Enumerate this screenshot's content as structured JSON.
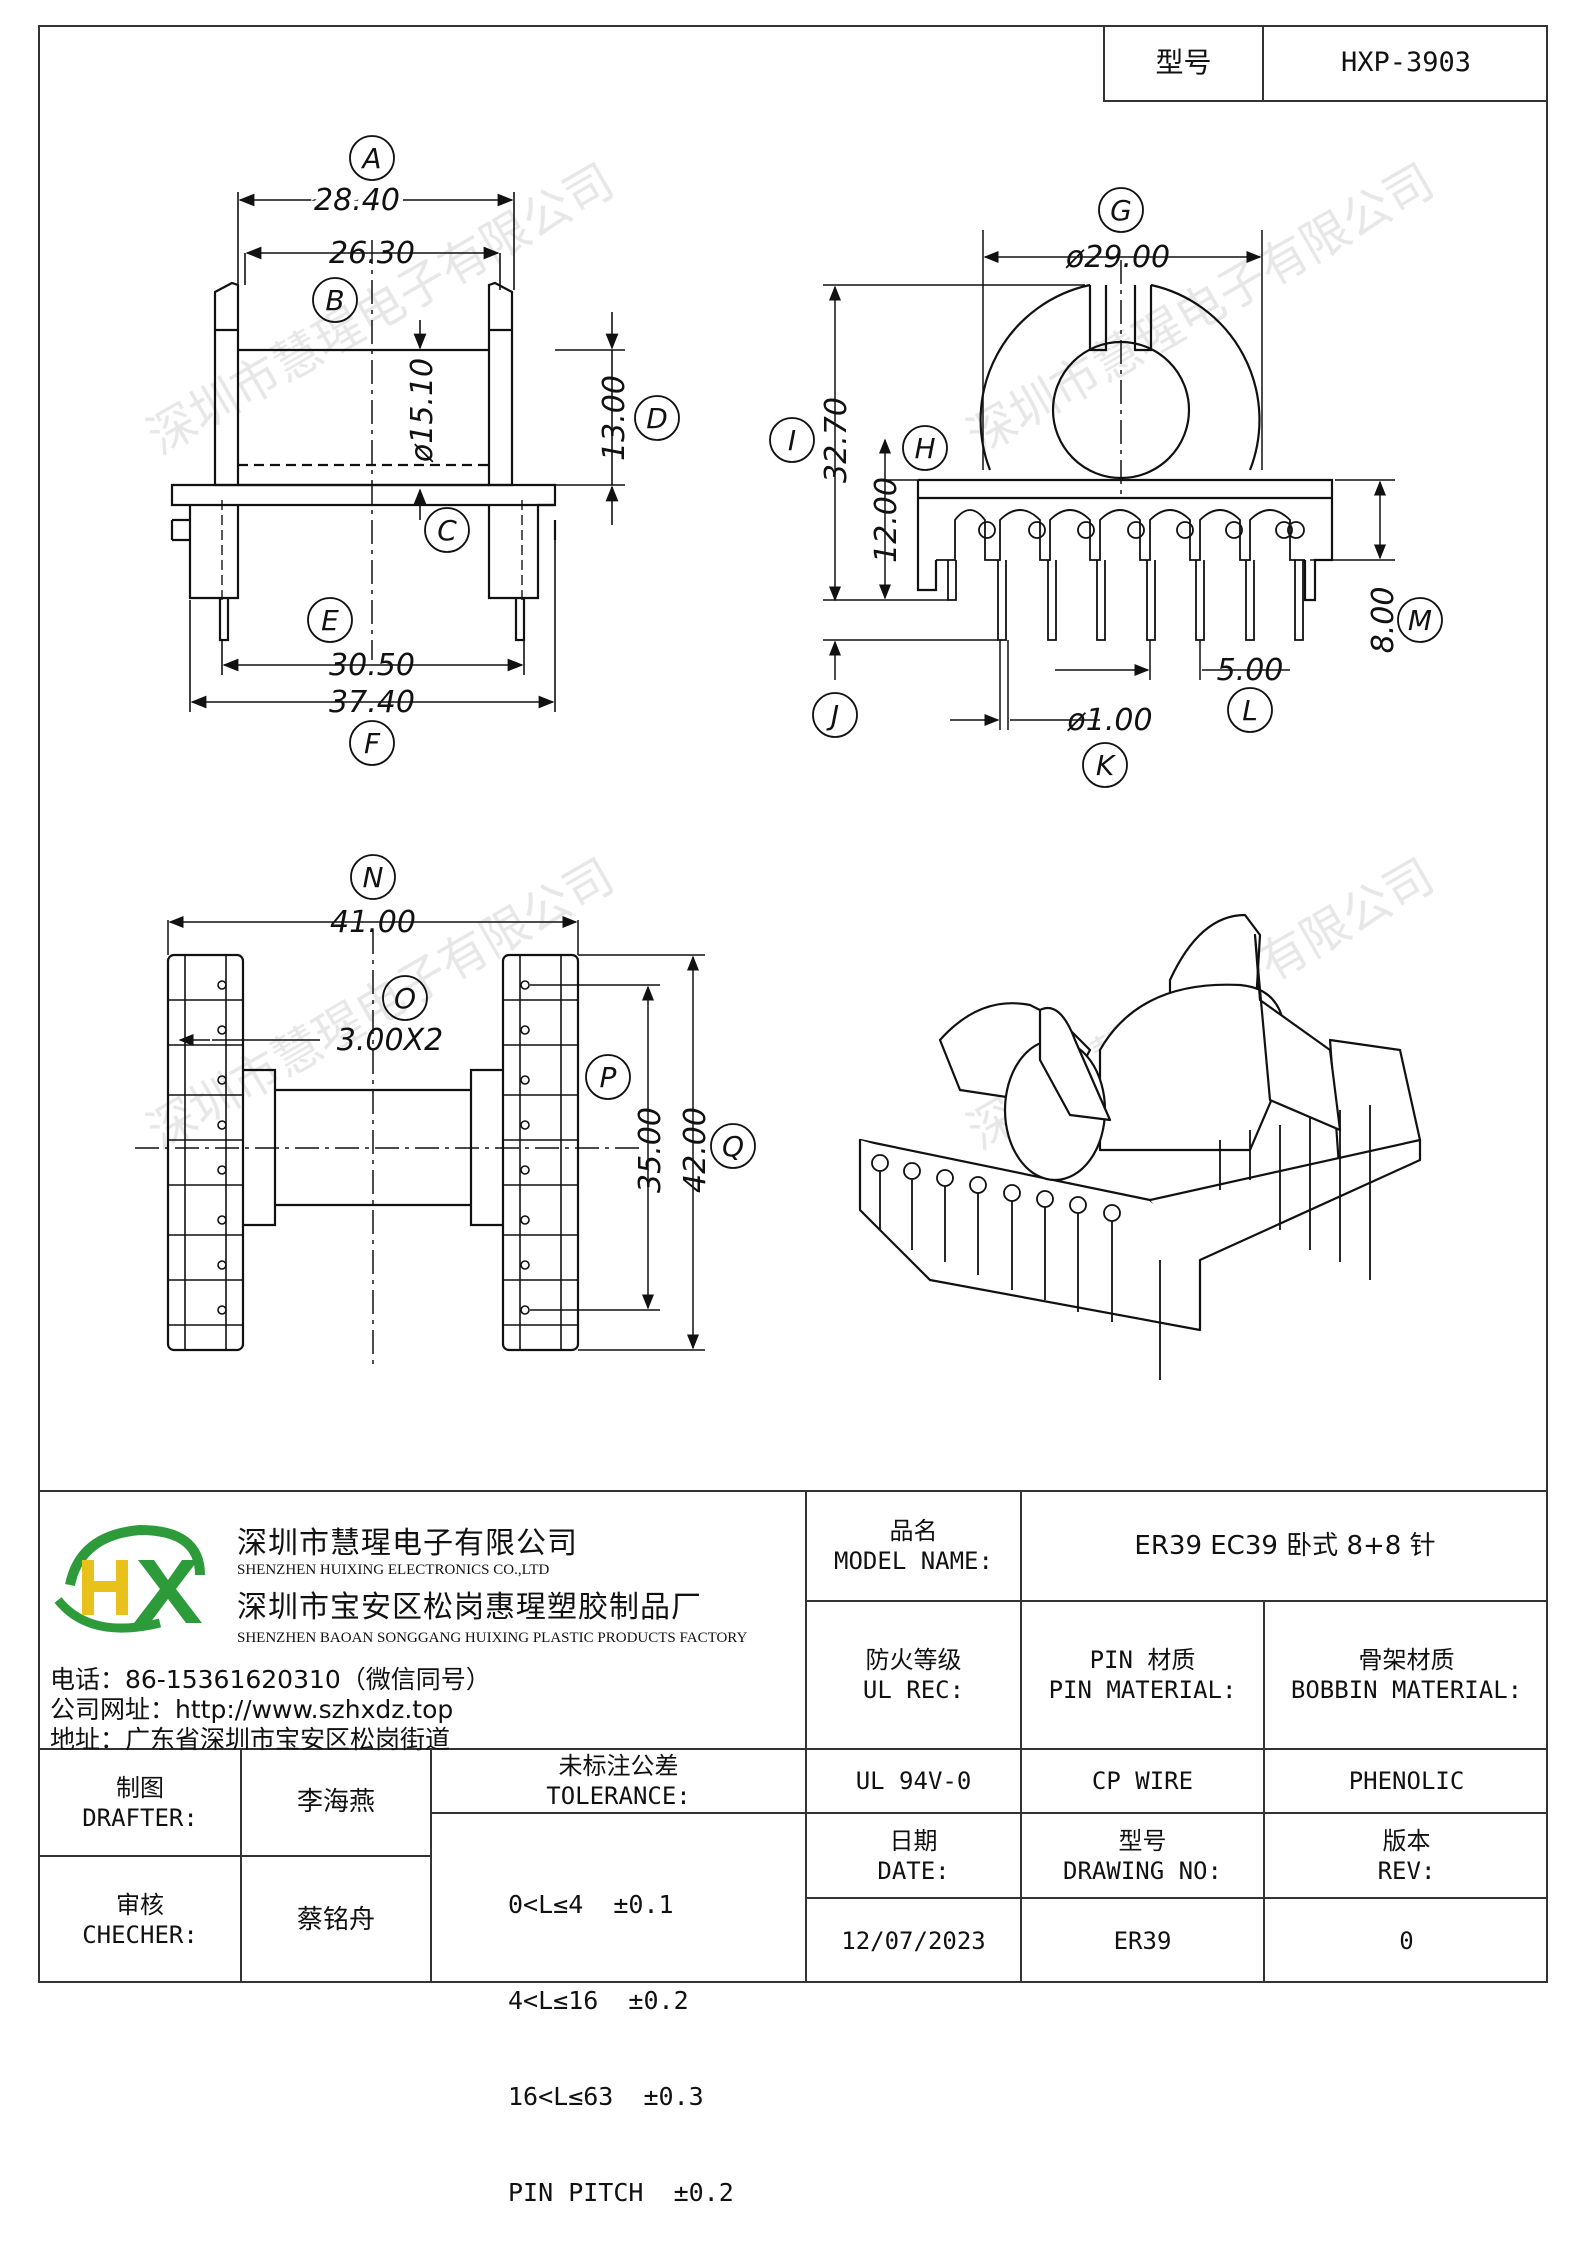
{
  "header": {
    "model_label": "型号",
    "model_value": "HXP-3903"
  },
  "watermark": "深圳市慧瑆电子有限公司",
  "drawing": {
    "front": {
      "A": "A",
      "A_val": "28.40",
      "B": "B",
      "B_val": "26.30",
      "C": "C",
      "C_val": "ø15.10",
      "D": "D",
      "D_val": "13.00",
      "E": "E",
      "E_val": "30.50",
      "F": "F",
      "F_val": "37.40"
    },
    "side": {
      "G": "G",
      "G_val": "ø29.00",
      "H": "H",
      "H_val": "12.00",
      "I": "I",
      "I_val": "32.70",
      "J": "J",
      "K": "K",
      "K_val": "ø1.00",
      "L": "L",
      "L_val": "5.00",
      "M": "M",
      "M_val": "8.00"
    },
    "bottom": {
      "N": "N",
      "N_val": "41.00",
      "O": "O",
      "O_val": "3.00X2",
      "P": "P",
      "P_val": "35.00",
      "Q": "Q",
      "Q_val": "42.00"
    }
  },
  "company": {
    "name_cn": "深圳市慧瑆电子有限公司",
    "name_en": "SHENZHEN HUIXING ELECTRONICS CO.,LTD",
    "factory_cn": "深圳市宝安区松岗惠瑆塑胶制品厂",
    "factory_en": "SHENZHEN BAOAN SONGGANG HUIXING PLASTIC PRODUCTS FACTORY",
    "phone": "电话：86-15361620310（微信同号）",
    "website": "公司网址：http://www.szhxdz.top",
    "address": "地址：广东省深圳市宝安区松岗街道",
    "logo_text": "HX",
    "colors": {
      "green": "#2e9b3a",
      "yellow": "#e8c21a"
    }
  },
  "title_block": {
    "model_name_cn": "品名",
    "model_name_en": "MODEL NAME:",
    "model_name_value": "ER39 EC39 卧式 8+8 针",
    "ul_cn": "防火等级",
    "ul_en": "UL REC:",
    "ul_value": "UL 94V-0",
    "pin_cn": "PIN 材质",
    "pin_en": "PIN MATERIAL:",
    "pin_value": "CP WIRE",
    "bobbin_cn": "骨架材质",
    "bobbin_en": "BOBBIN MATERIAL:",
    "bobbin_value": "PHENOLIC",
    "drafter_cn": "制图",
    "drafter_en": "DRAFTER:",
    "drafter_value": "李海燕",
    "checker_cn": "审核",
    "checker_en": "CHECHER:",
    "checker_value": "蔡铭舟",
    "tol_cn": "未标注公差",
    "tol_en": "TOLERANCE:",
    "tolerances": [
      "0<L≤4  ±0.1",
      "4<L≤16  ±0.2",
      "16<L≤63  ±0.3",
      "PIN PITCH  ±0.2"
    ],
    "date_cn": "日期",
    "date_en": "DATE:",
    "date_value": "12/07/2023",
    "drawing_cn": "型号",
    "drawing_en": "DRAWING NO:",
    "drawing_value": "ER39",
    "rev_cn": "版本",
    "rev_en": "REV:",
    "rev_value": "0"
  }
}
